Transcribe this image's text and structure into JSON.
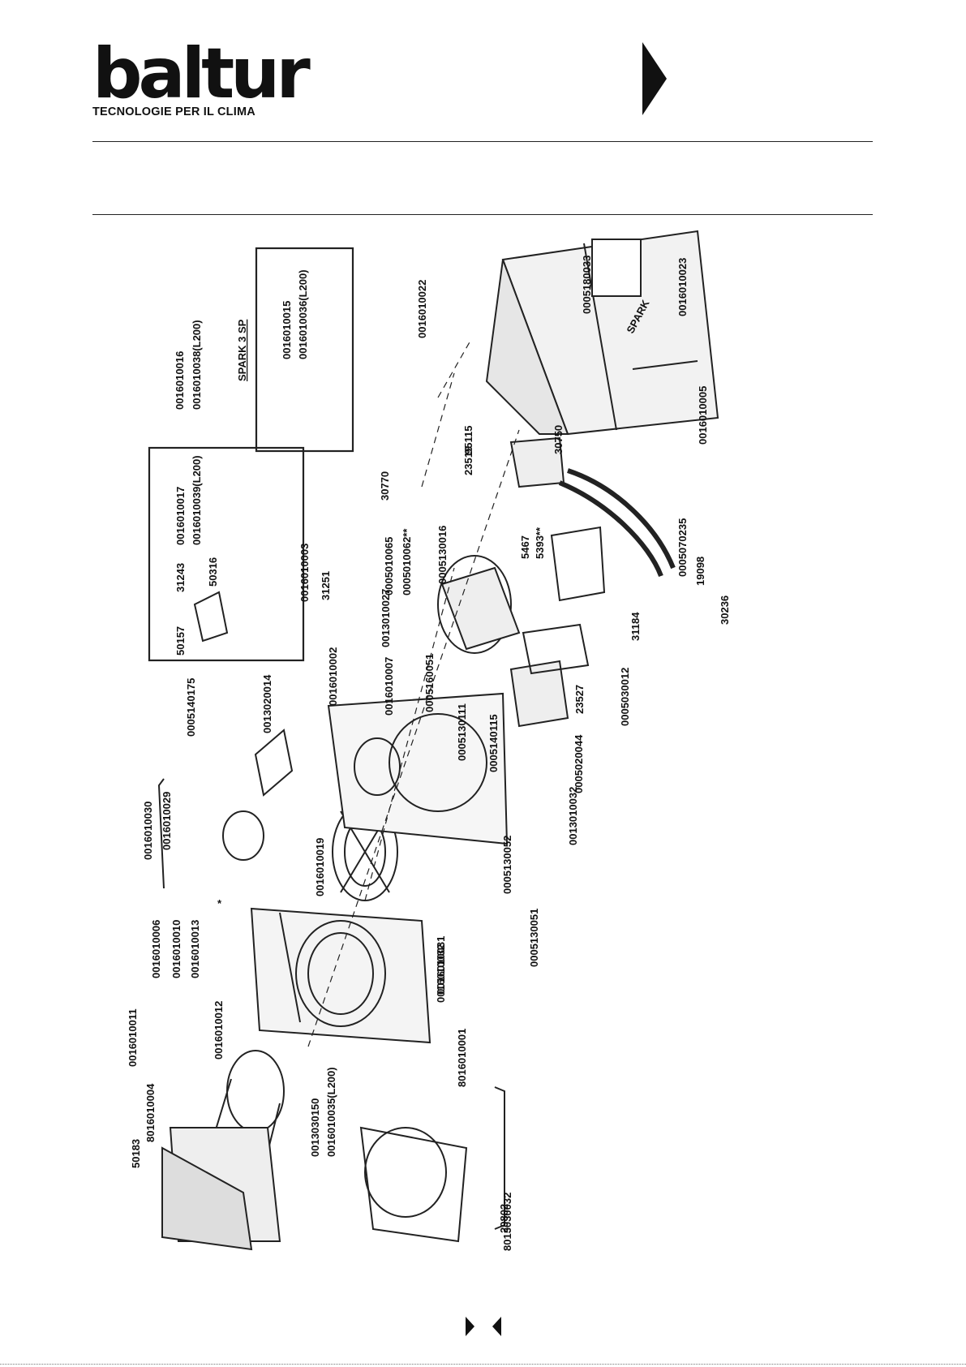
{
  "header": {
    "logo_word": "baltur",
    "logo_tagline": "TECNOLOGIE PER IL CLIMA"
  },
  "callouts": [
    "50183",
    "8016010004",
    "0016010011",
    "0016010006",
    "0016010010",
    "0016010013",
    "0016010012",
    "0013030150",
    "0016010035(L200)",
    "8016010001",
    "0016010032",
    "0016010031",
    "29802",
    "8013030032",
    "0005130051",
    "0005130052",
    "0016010019",
    "0016010030",
    "0016010029",
    "0005140175",
    "0013020014",
    "0016010002",
    "0016010007",
    "0005160051",
    "0005130111",
    "0005140115",
    "0013010032",
    "0005020044",
    "23527",
    "0005030012",
    "31184",
    "0016010003",
    "31251",
    "0013010027",
    "0005010065",
    "0005010062**",
    "0005130016",
    "5467",
    "5393**",
    "30770",
    "23519",
    "95115",
    "30750",
    "0005070235",
    "19098",
    "30236",
    "0016010022",
    "0016010005",
    "0005180033",
    "0016010023",
    "50157",
    "31243",
    "50316",
    "0016010017",
    "0016010039(L200)",
    "0016010016",
    "0016010038(L200)",
    "SPARK 3 SP",
    "0016010015",
    "0016010036(L200)",
    "*"
  ],
  "cover_text": "SPARK"
}
